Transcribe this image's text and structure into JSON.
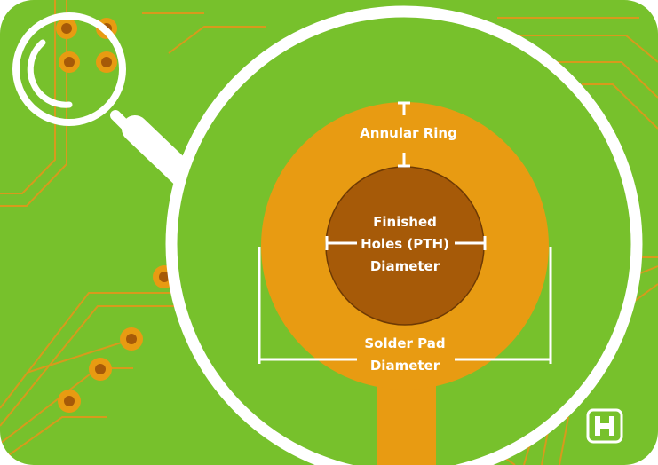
{
  "diagram": {
    "annular_ring_label": "Annular Ring",
    "hole_label_lines": [
      "Finished",
      "Holes (PTH)",
      "Diameter"
    ],
    "pad_label_lines": [
      "Solder Pad",
      "Diameter"
    ]
  },
  "colors": {
    "board": "#77c12c",
    "trace": "#d79a1c",
    "pad": "#e89b12",
    "hole": "#a65a08",
    "lens_ring": "#ffffff"
  },
  "icons": {
    "logo": "chip-logo-icon",
    "magnifier": "magnifier-icon"
  }
}
